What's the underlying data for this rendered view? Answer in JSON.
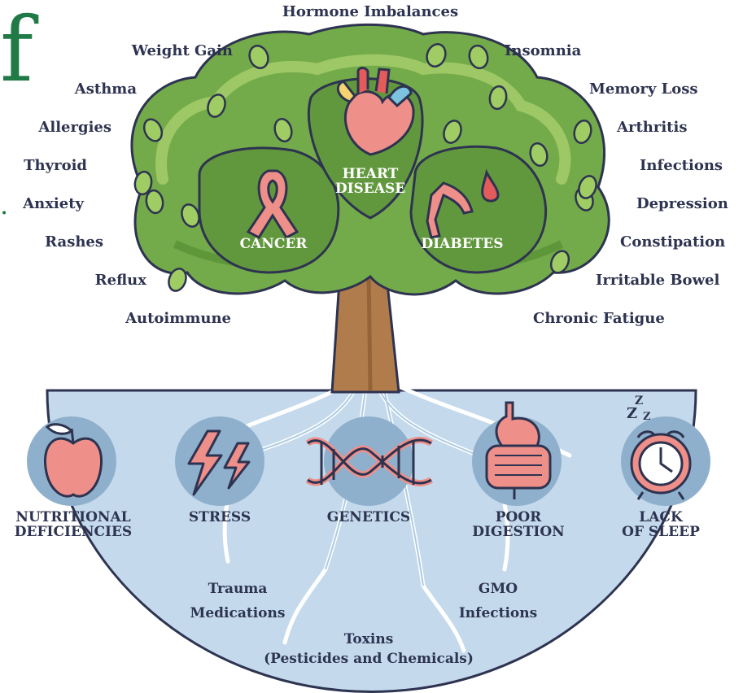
{
  "colors": {
    "tree_dark": "#4f8a2e",
    "tree_mid": "#74ab4a",
    "tree_light": "#a8cf6c",
    "trunk": "#b07c4c",
    "ground": "#c4daec",
    "circle": "#8fb0cc",
    "accent_pink": "#ef8f8a",
    "text_dark": "#2d3350",
    "logo_green": "#1f7a45"
  },
  "logo": {
    "glyph": "f",
    "mark": "."
  },
  "tree": {
    "top_label": "Hormone Imbalances",
    "left_labels": [
      "Weight Gain",
      "Asthma",
      "Allergies",
      "Thyroid",
      "Anxiety",
      "Rashes",
      "Reflux",
      "Autoimmune"
    ],
    "right_labels": [
      "Insomnia",
      "Memory Loss",
      "Arthritis",
      "Infections",
      "Depression",
      "Constipation",
      "Irritable Bowel",
      "Chronic Fatigue"
    ],
    "inner": {
      "heart_line1": "HEART",
      "heart_line2": "DISEASE",
      "cancer": "CANCER",
      "diabetes": "DIABETES"
    }
  },
  "causes": [
    {
      "line1": "NUTRITIONAL",
      "line2": "DEFICIENCIES",
      "icon": "apple-icon"
    },
    {
      "line1": "STRESS",
      "line2": "",
      "icon": "lightning-icon"
    },
    {
      "line1": "GENETICS",
      "line2": "",
      "icon": "dna-icon"
    },
    {
      "line1": "POOR",
      "line2": "DIGESTION",
      "icon": "digestive-system-icon"
    },
    {
      "line1": "LACK",
      "line2": "OF SLEEP",
      "icon": "alarm-clock-icon"
    }
  ],
  "sleep_z": "Z",
  "roots": {
    "left_line1": "Trauma",
    "left_line2": "Medications",
    "right_line1": "GMO",
    "right_line2": "Infections",
    "center_line1": "Toxins",
    "center_line2": "(Pesticides and Chemicals)"
  }
}
